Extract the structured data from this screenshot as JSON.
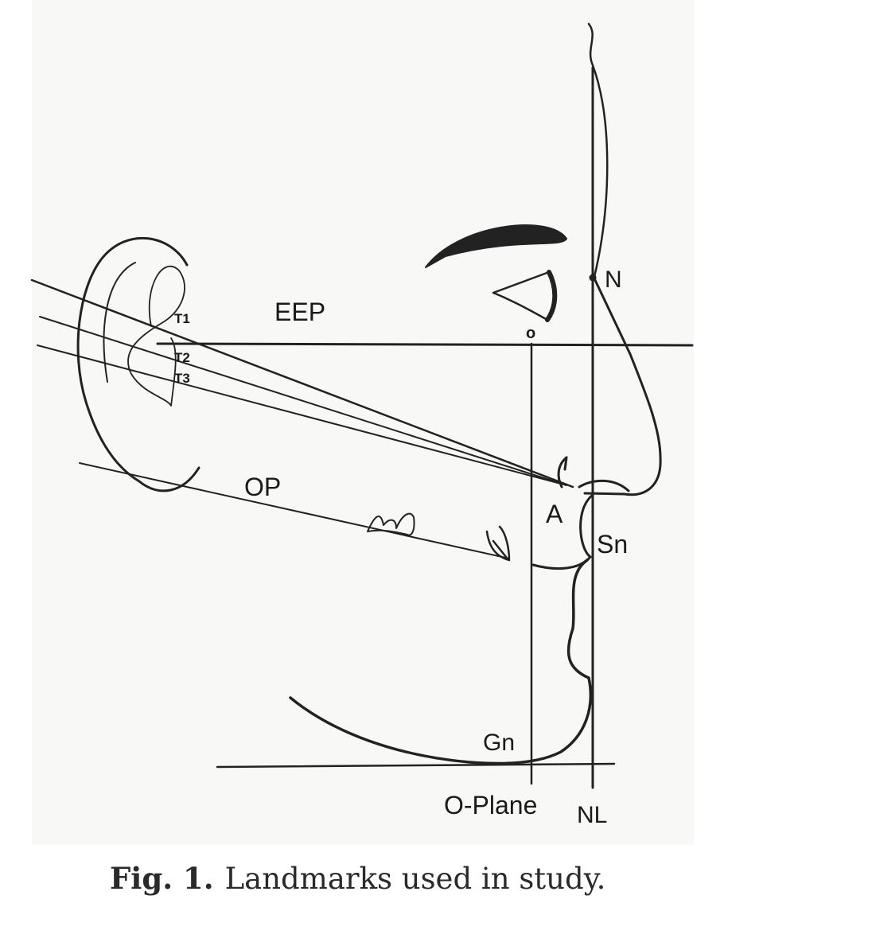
{
  "figure": {
    "labels": {
      "t1": "T1",
      "t2": "T2",
      "t3": "T3",
      "eep": "EEP",
      "o": "o",
      "n": "N",
      "op": "OP",
      "a": "A",
      "sn": "Sn",
      "gn": "Gn",
      "o_plane": "O-Plane",
      "nl": "NL"
    }
  },
  "caption": {
    "number": "Fig. 1.",
    "text": "Landmarks used in study."
  }
}
